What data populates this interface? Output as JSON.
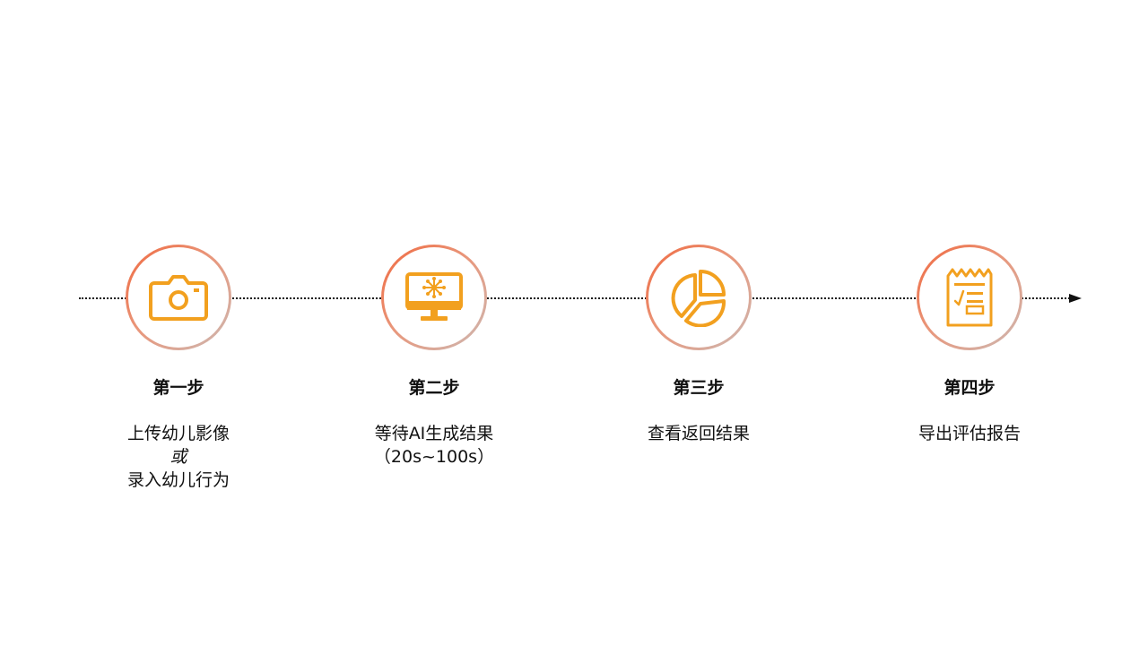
{
  "colors": {
    "icon": "#f2a01f",
    "ring_start": "#f0683e",
    "ring_end": "#cdb8b2",
    "line": "#1a1a1a"
  },
  "steps": [
    {
      "title": "第一步",
      "icon": "camera-icon",
      "desc": [
        "上传幼儿影像",
        "或",
        "录入幼儿行为"
      ]
    },
    {
      "title": "第二步",
      "icon": "monitor-network-icon",
      "desc": [
        "等待AI生成结果",
        "（20s~100s）"
      ]
    },
    {
      "title": "第三步",
      "icon": "pie-chart-icon",
      "desc": [
        "查看返回结果"
      ]
    },
    {
      "title": "第四步",
      "icon": "receipt-checklist-icon",
      "desc": [
        "导出评估报告"
      ]
    }
  ]
}
